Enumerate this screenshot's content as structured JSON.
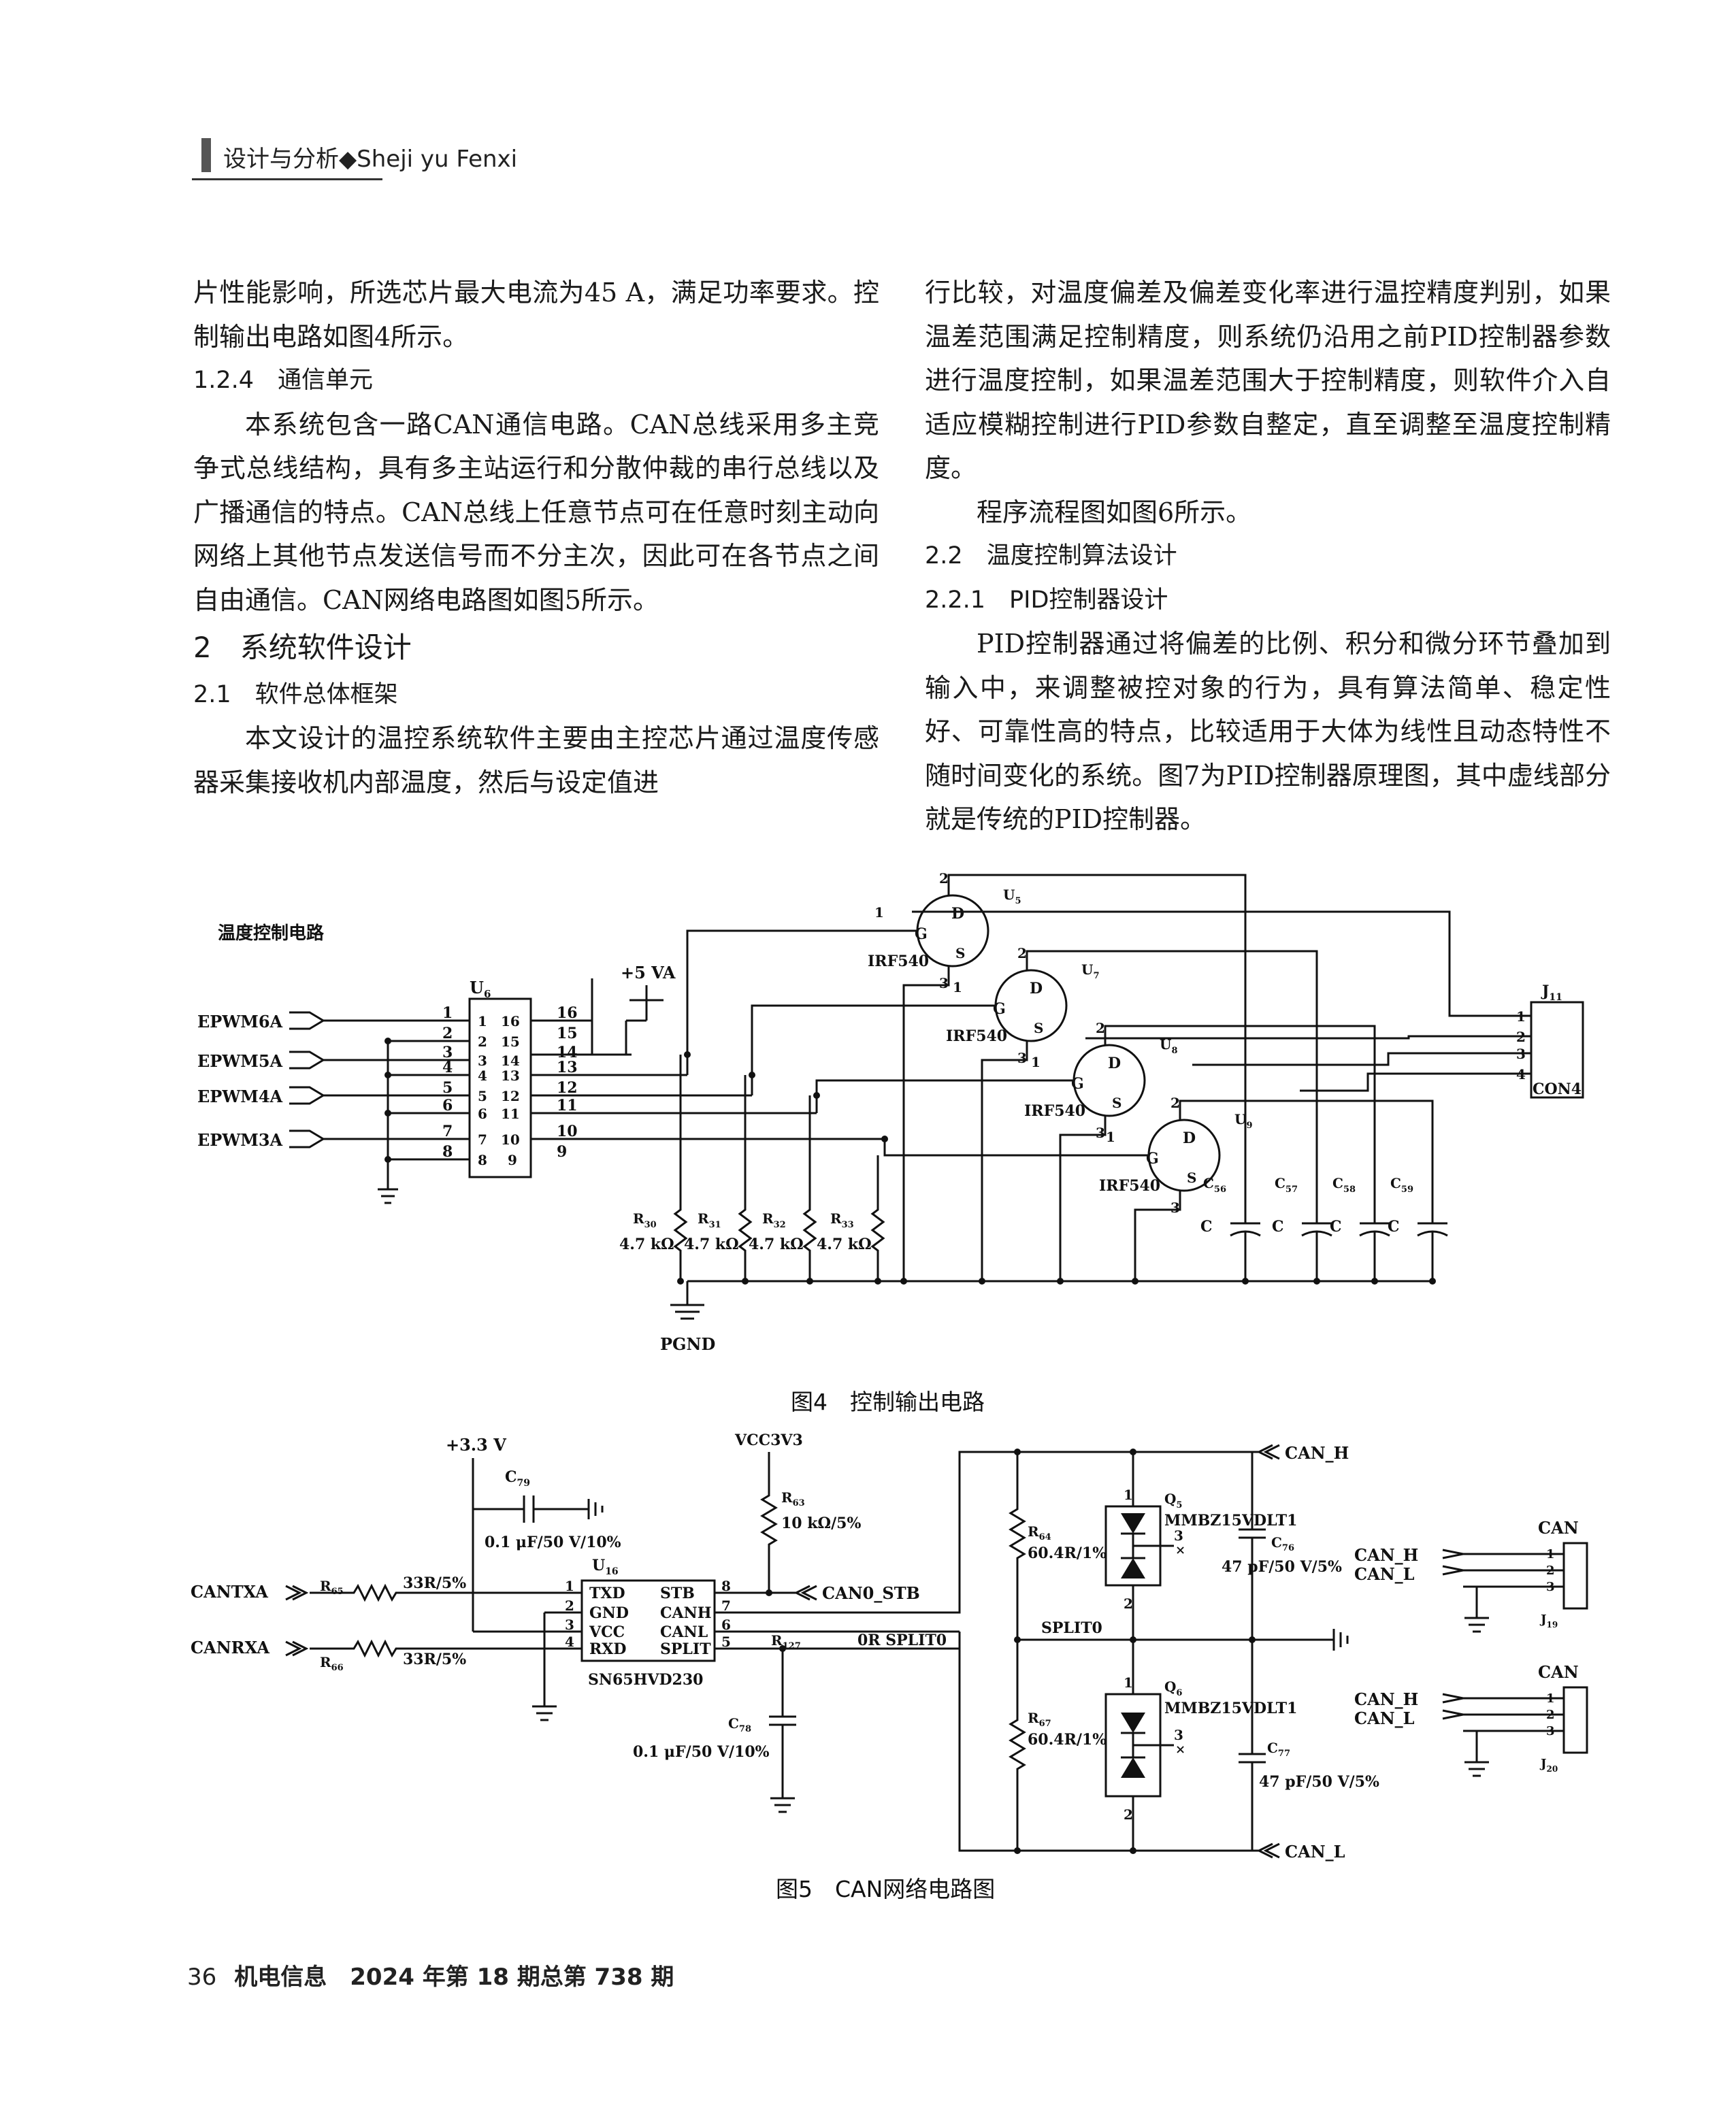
{
  "header": {
    "section": "设计与分析◆Sheji yu Fenxi"
  },
  "left_column": {
    "p1": "片性能影响，所选芯片最大电流为45 A，满足功率要求。控制输出电路如图4所示。",
    "h_124": "1.2.4　通信单元",
    "p2": "本系统包含一路CAN通信电路。CAN总线采用多主竞争式总线结构，具有多主站运行和分散仲裁的串行总线以及广播通信的特点。CAN总线上任意节点可在任意时刻主动向网络上其他节点发送信号而不分主次，因此可在各节点之间自由通信。CAN网络电路图如图5所示。",
    "h_2": "2　系统软件设计",
    "h_21": "2.1　软件总体框架",
    "p3": "本文设计的温控系统软件主要由主控芯片通过温度传感器采集接收机内部温度，然后与设定值进"
  },
  "right_column": {
    "p1": "行比较，对温度偏差及偏差变化率进行温控精度判别，如果温差范围满足控制精度，则系统仍沿用之前PID控制器参数进行温度控制，如果温差范围大于控制精度，则软件介入自适应模糊控制进行PID参数自整定，直至调整至温度控制精度。",
    "p2": "程序流程图如图6所示。",
    "h_22": "2.2　温度控制算法设计",
    "h_221": "2.2.1　PID控制器设计",
    "p3": "PID控制器通过将偏差的比例、积分和微分环节叠加到输入中，来调整被控对象的行为，具有算法简单、稳定性好、可靠性高的特点，比较适用于大体为线性且动态特性不随时间变化的系统。图7为PID控制器原理图，其中虚线部分就是传统的PID控制器。"
  },
  "figure4": {
    "title": "温度控制电路",
    "inputs": [
      "EPWM6A",
      "EPWM5A",
      "EPWM4A",
      "EPWM3A"
    ],
    "u6": "U",
    "u6_sub": "6",
    "left_pins": [
      "1",
      "2",
      "3",
      "4",
      "5",
      "6",
      "7",
      "8"
    ],
    "right_pins": [
      "16",
      "15",
      "14",
      "13",
      "12",
      "11",
      "10",
      "9"
    ],
    "supply": "+5 VA",
    "mosfet_model": "IRF540",
    "mosfets": [
      "5",
      "7",
      "8",
      "9"
    ],
    "pin_g": "G",
    "pin_d": "D",
    "pin_s": "S",
    "pin1": "1",
    "pin2": "2",
    "pin3": "3",
    "resistors": [
      "30",
      "31",
      "32",
      "33"
    ],
    "res_value": "4.7 kΩ",
    "caps": [
      "56",
      "57",
      "58",
      "59"
    ],
    "cap_value": "C",
    "connector": "J",
    "connector_sub": "11",
    "connector_model": "CON4",
    "conn_pins": [
      "1",
      "2",
      "3",
      "4"
    ],
    "ground": "PGND",
    "caption": "图4　控制输出电路"
  },
  "figure5": {
    "v33": "+3.3 V",
    "vcc": "VCC3V3",
    "c79": "79",
    "c79_val": "0.1 μF/50 V/10%",
    "r63": "63",
    "r63_val": "10 kΩ/5%",
    "canrx": "CANRXA",
    "cantx": "CANTXA",
    "r65": "65",
    "r66": "66",
    "r_val": "33R/5%",
    "u16": "16",
    "chip": "SN65HVD230",
    "chip_left": [
      "TXD",
      "GND",
      "VCC",
      "RXD"
    ],
    "chip_left_pins": [
      "1",
      "2",
      "3",
      "4"
    ],
    "chip_right": [
      "STB",
      "CANH",
      "CANL",
      "SPLIT"
    ],
    "chip_right_pins": [
      "8",
      "7",
      "6",
      "5"
    ],
    "stb_net": "CAN0_STB",
    "r127": "127",
    "split_net": "0R SPLIT0",
    "c78": "78",
    "c78_val": "0.1 μF/50 V/10%",
    "r64": "64",
    "r67": "67",
    "r_term": "60.4R/1%",
    "split0": "SPLIT0",
    "q5": "5",
    "q6": "6",
    "tvs": "MMBZ15VDLT1",
    "c76": "76",
    "c77": "77",
    "c_tvs_val": "47 pF/50 V/5%",
    "canh": "CAN_H",
    "canl": "CAN_L",
    "can": "CAN",
    "j19": "19",
    "j20": "20",
    "cpins": [
      "1",
      "2",
      "3"
    ],
    "caption": "图5　CAN网络电路图"
  },
  "footer": {
    "page": "36",
    "journal": "机电信息　2024 年第 18 期总第 738 期"
  }
}
